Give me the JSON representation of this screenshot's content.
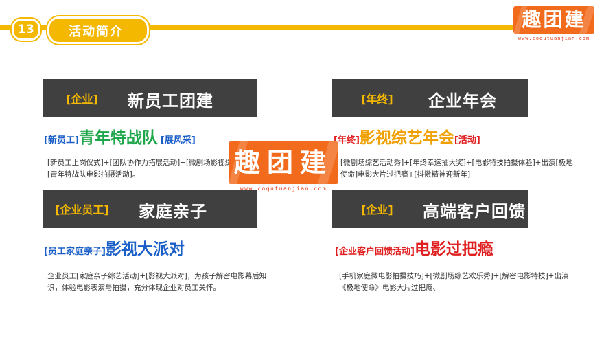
{
  "header": {
    "number": "13",
    "title": "活动简介"
  },
  "logo": {
    "text": "趣团建",
    "url": "www.coqutuanjian.com"
  },
  "watermark": {
    "text": "趣团建",
    "url": "www.coqutuanjian.com"
  },
  "colors": {
    "accent": "#f5b800",
    "box": "#404040",
    "brand": "#f26a1b"
  },
  "cards": [
    {
      "tag": "[企业]",
      "title": "新员工团建",
      "sub_left": "[新员工]",
      "sub_main": "青年特战队",
      "sub_right": "[展风采]",
      "desc": "[新员工上岗仪式]+[团队协作力拓展活动]+[微剧场影视综艺秀]+[青年特战队电影拍摄活动]。"
    },
    {
      "tag": "[年终]",
      "title": "企业年会",
      "sub_left": "[年终]",
      "sub_main": "影视综艺年会",
      "sub_right": "[活动]",
      "desc": "[微剧场综艺活动秀]+[年终幸运抽大奖]+[电影特技拍摄体验]+出演[极地使命]电影大片过把瘾+[抖擞精神迎新年]"
    },
    {
      "tag": "[企业员工]",
      "title": "家庭亲子",
      "sub_left": "[员工家庭亲子]",
      "sub_main": "影视大派对",
      "sub_right": "",
      "desc": "企业员工[家庭亲子综艺活动]+[影视大派对]，为孩子解密电影幕后知识，体验电影表演与拍摄，充分体现企业对员工关怀。"
    },
    {
      "tag": "[企业]",
      "title": "高端客户回馈",
      "sub_left": "[企业客户回馈活动]",
      "sub_main": "电影过把瘾",
      "sub_right": "",
      "desc": "[手机家庭微电影拍摄技巧]+[微剧场综艺欢乐秀]+[解密电影特技]+出演《极地使命》电影大片过把瘾、"
    }
  ]
}
